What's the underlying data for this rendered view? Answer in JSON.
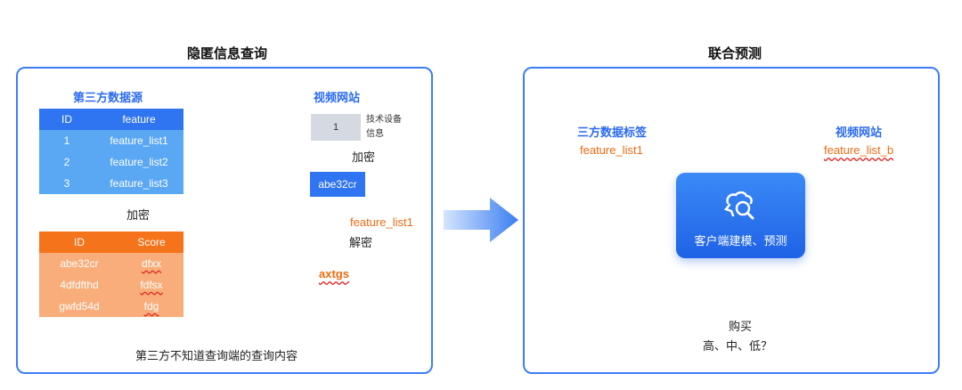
{
  "left_panel": {
    "title": "隐匿信息查询",
    "third_party": {
      "label": "第三方数据源",
      "headers": [
        "ID",
        "feature"
      ],
      "rows": [
        [
          "1",
          "feature_list1"
        ],
        [
          "2",
          "feature_list2"
        ],
        [
          "3",
          "feature_list3"
        ]
      ]
    },
    "encrypt_label_left": "加密",
    "result_table": {
      "headers": [
        "ID",
        "Score"
      ],
      "rows": [
        [
          "abe32cr",
          "dfxx"
        ],
        [
          "4dfdfthd",
          "fdfsx"
        ],
        [
          "gwfd54d",
          "fdg"
        ]
      ]
    },
    "video_site": {
      "label": "视频网站",
      "box_value": "1",
      "box_note": "技术设备信息",
      "encrypt_label": "加密",
      "encrypted_value": "abe32cr",
      "feature_text": "feature_list1",
      "decrypt_label": "解密",
      "cipher_text": "axtgs"
    },
    "footer": "第三方不知道查询端的查询内容"
  },
  "right_panel": {
    "title": "联合预测",
    "third_party_label": "三方数据标签",
    "third_party_feature": "feature_list1",
    "video_label": "视频网站",
    "video_feature": "feature_list_b",
    "center_label": "客户端建模、预测",
    "purchase_label": "购买",
    "levels_label": "高、中、低？"
  },
  "colors": {
    "accent_blue": "#2f74f0",
    "orange": "#f06a12",
    "panel_border": "#3d7ef5"
  }
}
